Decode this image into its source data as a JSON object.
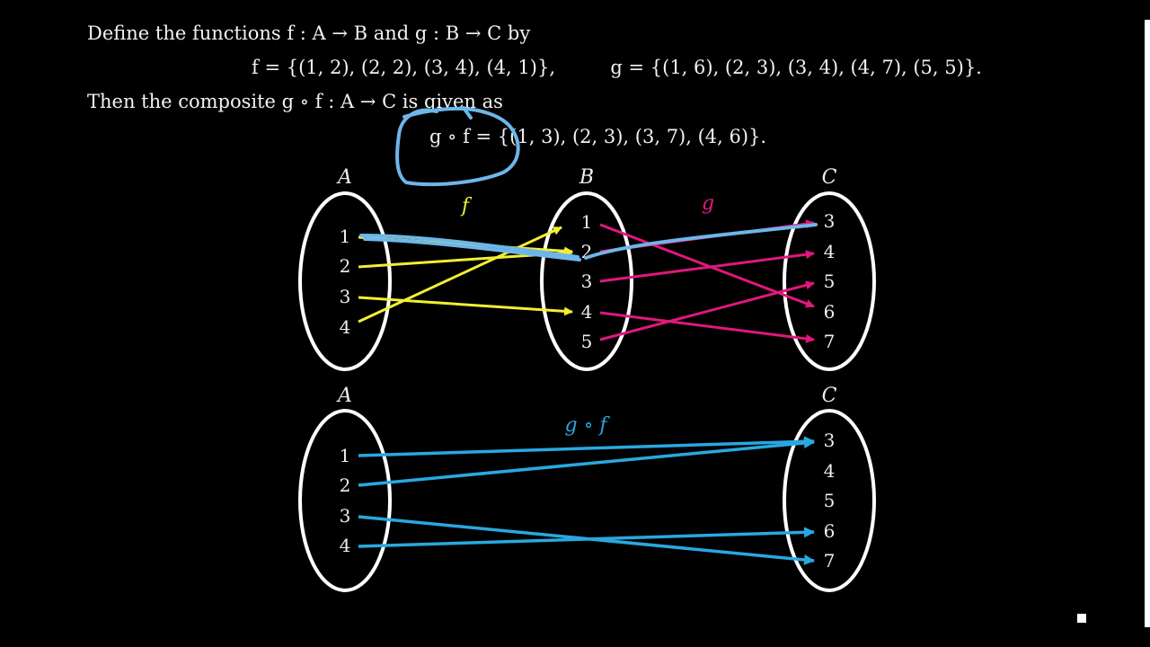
{
  "text": {
    "line1": "Define the functions f : A → B and g : B → C by",
    "f_def": "f = {(1, 2), (2, 2), (3, 4), (4, 1)},",
    "g_def": "g = {(1, 6), (2, 3), (3, 4), (4, 7), (5, 5)}.",
    "line3": "Then the composite g ∘ f : A → C is given as",
    "gof_def": "g ∘ f = {(1, 3), (2, 3), (3, 7), (4, 6)}."
  },
  "diagram_top": {
    "set_A_label": "A",
    "set_B_label": "B",
    "set_C_label": "C",
    "f_label": "f",
    "g_label": "g",
    "A_elements": [
      "1",
      "2",
      "3",
      "4"
    ],
    "B_elements": [
      "1",
      "2",
      "3",
      "4",
      "5"
    ],
    "C_elements": [
      "3",
      "4",
      "5",
      "6",
      "7"
    ]
  },
  "diagram_bottom": {
    "set_A_label": "A",
    "set_C_label": "C",
    "gof_label": "g ∘ f",
    "A_elements": [
      "1",
      "2",
      "3",
      "4"
    ],
    "C_elements": [
      "3",
      "4",
      "5",
      "6",
      "7"
    ]
  },
  "colors": {
    "f_arrows": "#f2ef33",
    "g_arrows": "#e0187c",
    "gof_arrows": "#29a8e0",
    "annotation": "#6cb6ea",
    "ellipse": "#ffffff"
  }
}
